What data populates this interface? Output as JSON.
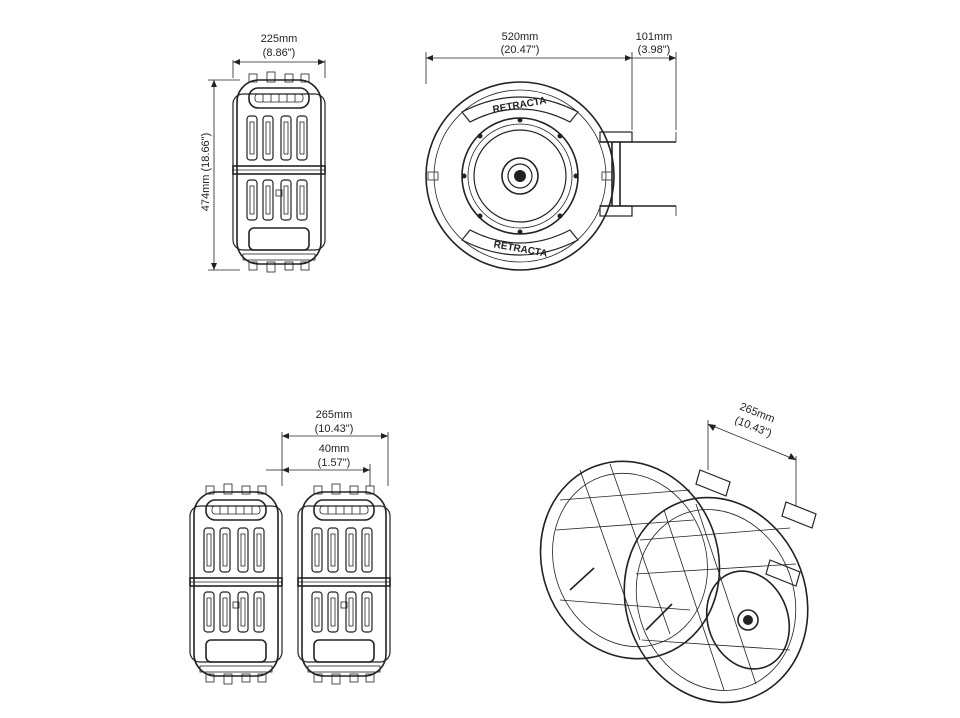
{
  "brand": "RETRACTA",
  "dimensions": {
    "side_width_mm": "225mm",
    "side_width_in": "(8.86\")",
    "height": "474mm (18.66\")",
    "front_width_mm": "520mm",
    "front_width_in": "(20.47\")",
    "bracket_mm": "101mm",
    "bracket_in": "(3.98\")",
    "pair_width_mm": "265mm",
    "pair_width_in": "(10.43\")",
    "gap_mm": "40mm",
    "gap_in": "(1.57\")",
    "iso_width_mm": "265mm",
    "iso_width_in": "(10.43\")"
  }
}
